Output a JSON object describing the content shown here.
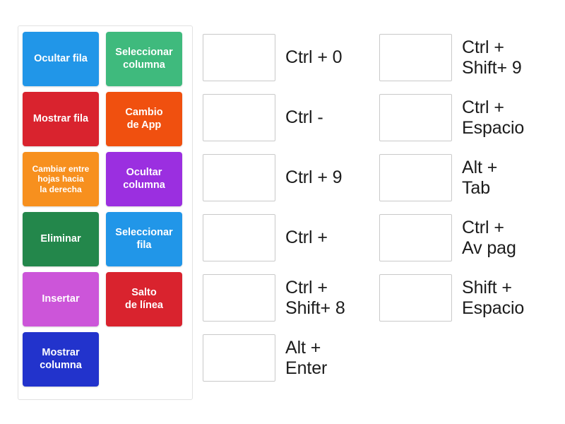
{
  "activity": {
    "type": "match-up",
    "language": "es"
  },
  "tile_tray": {
    "name": "draggable-answers-tray",
    "tiles": [
      {
        "label": "Ocultar fila",
        "color": "#2196e8",
        "small": false
      },
      {
        "label": "Seleccionar\ncolumna",
        "color": "#3fba7d",
        "small": false
      },
      {
        "label": "Mostrar fila",
        "color": "#d9232e",
        "small": false
      },
      {
        "label": "Cambio\nde App",
        "color": "#f0500f",
        "small": false
      },
      {
        "label": "Cambiar entre\nhojas hacia\nla derecha",
        "color": "#f7901e",
        "small": true
      },
      {
        "label": "Ocultar\ncolumna",
        "color": "#9b2fe0",
        "small": false
      },
      {
        "label": "Eliminar",
        "color": "#23874b",
        "small": false
      },
      {
        "label": "Seleccionar\nfila",
        "color": "#2196e8",
        "small": false
      },
      {
        "label": "Insertar",
        "color": "#cc55d9",
        "small": false
      },
      {
        "label": "Salto\nde línea",
        "color": "#d9232e",
        "small": false
      },
      {
        "label": "Mostrar\ncolumna",
        "color": "#2233cc",
        "small": false
      }
    ]
  },
  "columns": [
    {
      "name": "answer-column-middle",
      "rows": [
        {
          "shortcut": "Ctrl + 0"
        },
        {
          "shortcut": "Ctrl -"
        },
        {
          "shortcut": "Ctrl + 9"
        },
        {
          "shortcut": "Ctrl +"
        },
        {
          "shortcut": "Ctrl +\nShift+ 8"
        },
        {
          "shortcut": "Alt +\nEnter"
        }
      ]
    },
    {
      "name": "answer-column-right",
      "rows": [
        {
          "shortcut": "Ctrl +\nShift+ 9"
        },
        {
          "shortcut": "Ctrl +\nEspacio"
        },
        {
          "shortcut": "Alt +\nTab"
        },
        {
          "shortcut": "Ctrl +\nAv pag"
        },
        {
          "shortcut": "Shift +\nEspacio"
        }
      ]
    }
  ],
  "theme": {
    "background": "#ffffff",
    "tray_border": "#e2e2e2",
    "drop_box_border": "#c9c9c9",
    "label_color": "#1c1c1c"
  }
}
